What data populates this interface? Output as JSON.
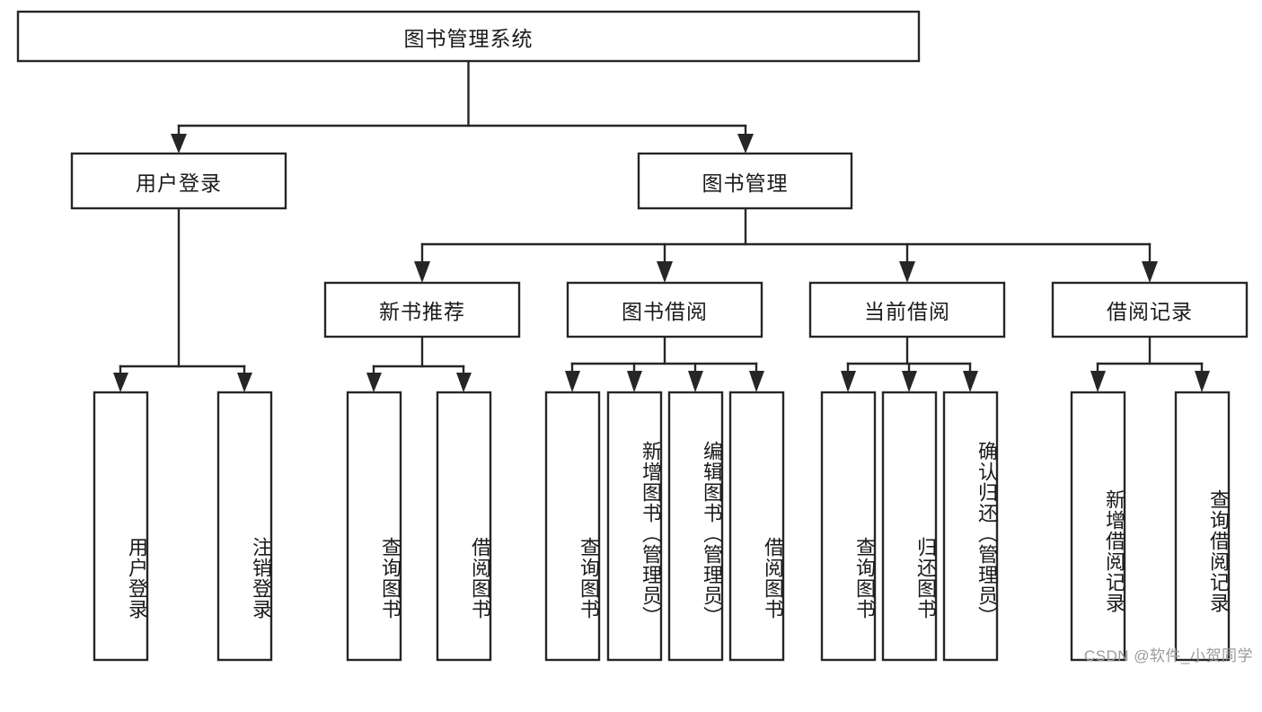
{
  "diagram": {
    "type": "tree",
    "title": "图书管理系统",
    "watermark": "CSDN @软件_小贺同学",
    "colors": {
      "box_stroke": "#262626",
      "box_fill": "#ffffff",
      "text": "#1a1a1a",
      "watermark": "#9a9a9a",
      "background": "#ffffff"
    },
    "root": {
      "label": "图书管理系统",
      "orientation": "horizontal"
    },
    "level1": [
      {
        "label": "用户登录",
        "orientation": "horizontal"
      },
      {
        "label": "图书管理",
        "orientation": "horizontal"
      }
    ],
    "level2": [
      {
        "label": "新书推荐",
        "orientation": "horizontal"
      },
      {
        "label": "图书借阅",
        "orientation": "horizontal"
      },
      {
        "label": "当前借阅",
        "orientation": "horizontal"
      },
      {
        "label": "借阅记录",
        "orientation": "horizontal"
      }
    ],
    "leaves": {
      "user_login": [
        {
          "label": "用户登录",
          "orientation": "vertical"
        },
        {
          "label": "注销登录",
          "orientation": "vertical"
        }
      ],
      "new_book_recommend": [
        {
          "label": "查询图书",
          "orientation": "vertical"
        },
        {
          "label": "借阅图书",
          "orientation": "vertical"
        }
      ],
      "book_borrow": [
        {
          "label": "查询图书",
          "orientation": "vertical"
        },
        {
          "label": "新增图书（管理员）",
          "orientation": "vertical"
        },
        {
          "label": "编辑图书（管理员）",
          "orientation": "vertical"
        },
        {
          "label": "借阅图书",
          "orientation": "vertical"
        }
      ],
      "current_borrow": [
        {
          "label": "查询图书",
          "orientation": "vertical"
        },
        {
          "label": "归还图书",
          "orientation": "vertical"
        },
        {
          "label": "确认归还（管理员）",
          "orientation": "vertical"
        }
      ],
      "borrow_record": [
        {
          "label": "新增借阅记录",
          "orientation": "vertical"
        },
        {
          "label": "查询借阅记录",
          "orientation": "vertical"
        }
      ]
    }
  }
}
